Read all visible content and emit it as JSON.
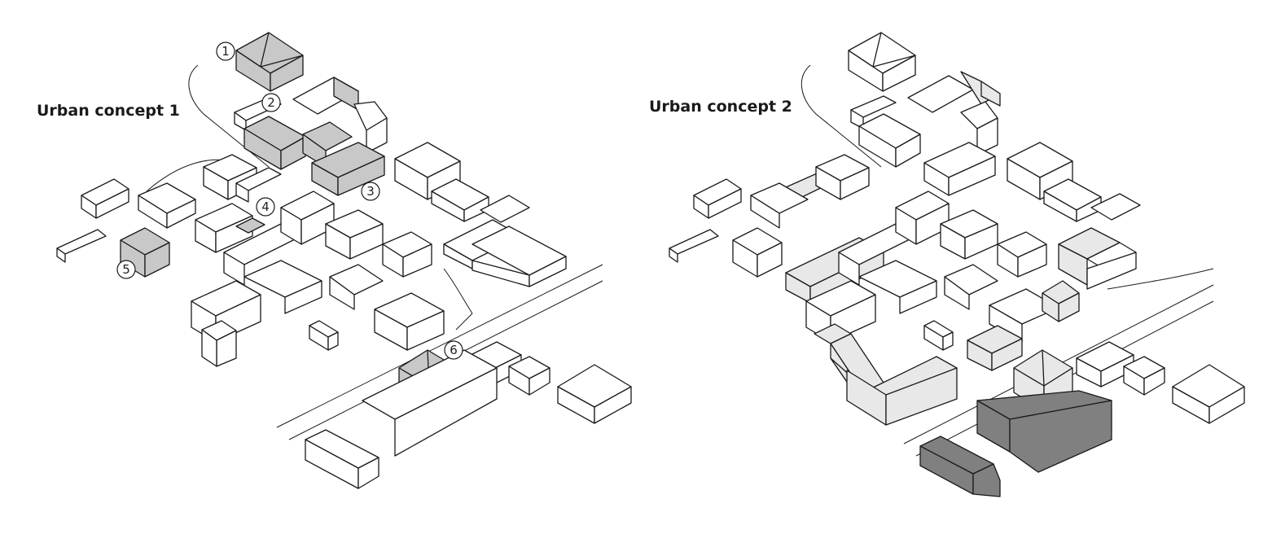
{
  "concept1": {
    "title": "Urban concept 1",
    "markers": [
      "1",
      "2",
      "3",
      "4",
      "5",
      "6"
    ]
  },
  "concept2": {
    "title": "Urban concept 2"
  },
  "colors": {
    "highlight": "#c8c8c8",
    "new_light": "#e8e8e8",
    "new_dark": "#808080",
    "line": "#1a1a1a",
    "background": "#ffffff"
  }
}
